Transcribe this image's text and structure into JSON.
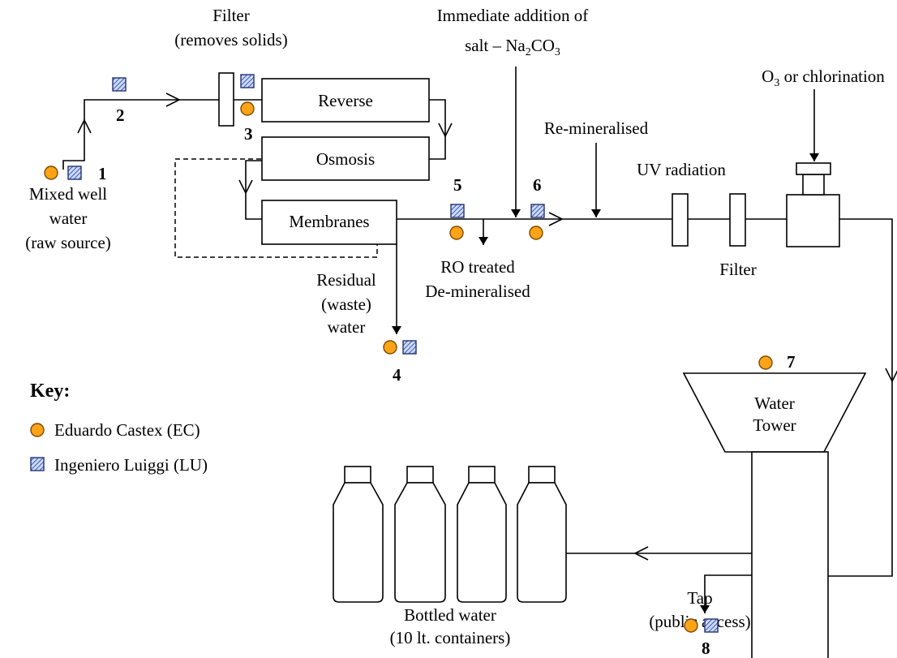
{
  "labels": {
    "filter_top_1": "Filter",
    "filter_top_2": "(removes solids)",
    "immediate_1": "Immediate addition of",
    "immediate_2_prefix": "salt – Na",
    "immediate_sub1": "2",
    "immediate_mid": "CO",
    "immediate_sub2": "3",
    "ozone_prefix": "O",
    "ozone_sub": "3",
    "ozone_suffix": " or chlorination",
    "remineralised": "Re-mineralised",
    "uv": "UV radiation",
    "filter_bottom": "Filter",
    "reverse": "Reverse",
    "osmosis": "Osmosis",
    "membranes": "Membranes",
    "source_1": "Mixed well",
    "source_2": "water",
    "source_3": "(raw source)",
    "residual_1": "Residual",
    "residual_2": "(waste)",
    "residual_3": "water",
    "ro_1": "RO treated",
    "ro_2": "De-mineralised",
    "tower_1": "Water",
    "tower_2": "Tower",
    "bottled_1": "Bottled water",
    "bottled_2": "(10 lt. containers)",
    "tap_1": "Tap",
    "tap_2": "(public access)"
  },
  "points": {
    "p1": "1",
    "p2": "2",
    "p3": "3",
    "p4": "4",
    "p5": "5",
    "p6": "6",
    "p7": "7",
    "p8": "8"
  },
  "key": {
    "title": "Key:",
    "ec": "Eduardo Castex (EC)",
    "lu": "Ingeniero Luiggi (LU)"
  },
  "colors": {
    "ec_marker": "#ffa319",
    "lu_marker": "#7b9be0"
  },
  "icons": {
    "ec_marker": "orange-circle",
    "lu_marker": "hatched-blue-square"
  }
}
